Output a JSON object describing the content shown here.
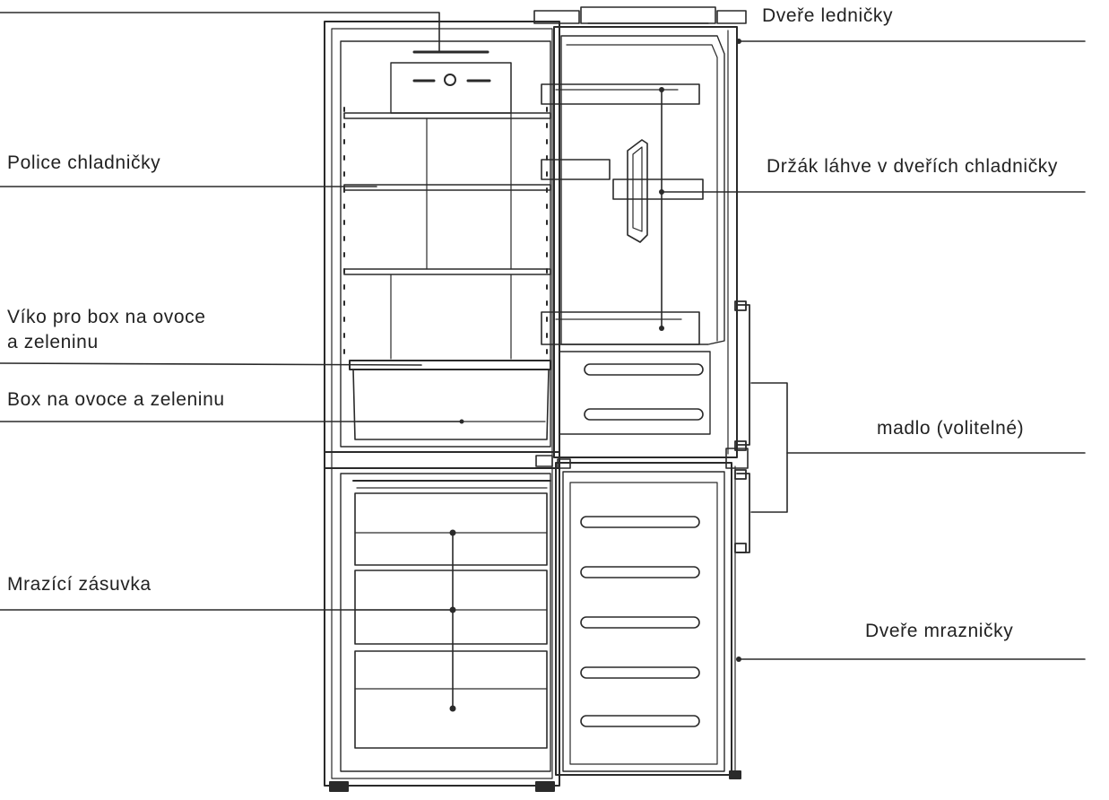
{
  "labels": {
    "fridge_door": "Dveře ledničky",
    "fridge_shelf": "Police chladničky",
    "bottle_holder": "Držák láhve v dveřích chladničky",
    "crisper_cover_line1": "Víko pro box na ovoce",
    "crisper_cover_line2": "a zeleninu",
    "crisper_box": "Box na ovoce a zeleninu",
    "handle": "madlo (volitelné)",
    "freezer_drawer": "Mrazící zásuvka",
    "freezer_door": "Dveře mrazničky"
  }
}
